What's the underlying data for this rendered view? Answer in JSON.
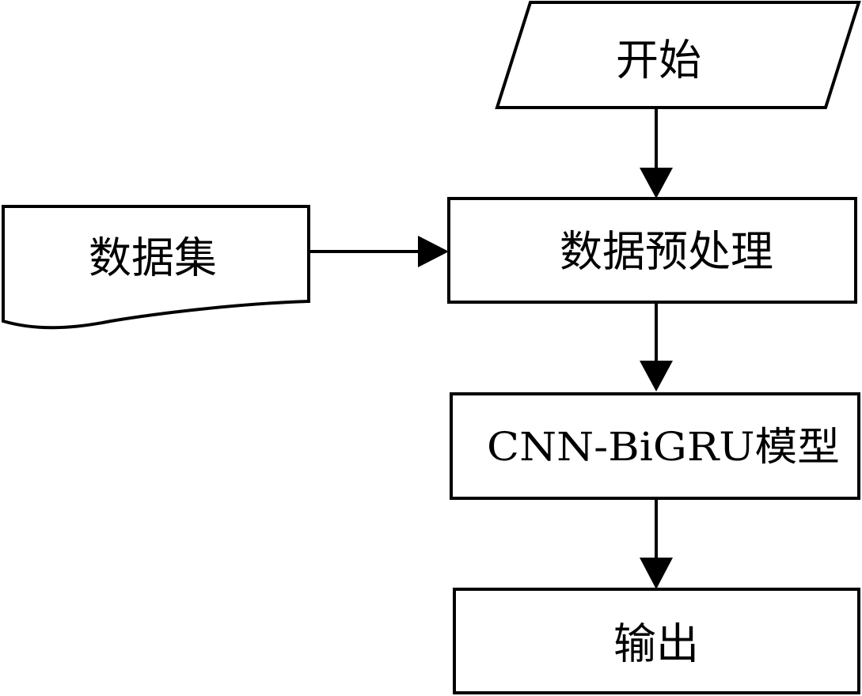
{
  "nodes": {
    "start": {
      "label": "开始",
      "shape": "parallelogram"
    },
    "dataset": {
      "label": "数据集",
      "shape": "document"
    },
    "preprocess": {
      "label": "数据预处理",
      "shape": "rectangle"
    },
    "model": {
      "label": "CNN-BiGRU模型",
      "shape": "rectangle"
    },
    "output": {
      "label": "输出",
      "shape": "rectangle"
    }
  },
  "edges": [
    {
      "from": "start",
      "to": "preprocess"
    },
    {
      "from": "dataset",
      "to": "preprocess"
    },
    {
      "from": "preprocess",
      "to": "model"
    },
    {
      "from": "model",
      "to": "output"
    }
  ],
  "colors": {
    "stroke": "#000000",
    "fill": "#ffffff",
    "text": "#000000"
  }
}
